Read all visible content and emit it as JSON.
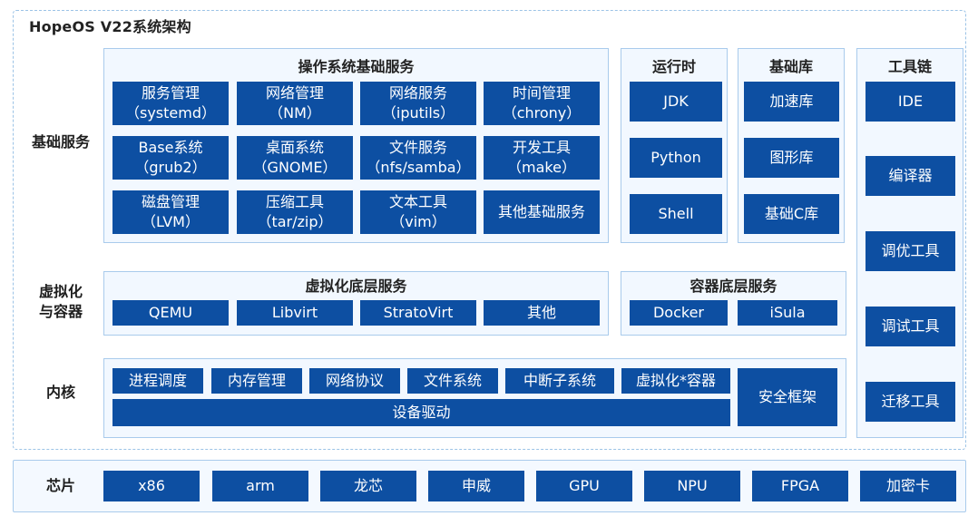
{
  "title": "HopeOS V22系统架构",
  "row_labels": {
    "basic": "基础服务",
    "virt_line1": "虚拟化",
    "virt_line2": "与容器",
    "kernel": "内核",
    "chip": "芯片"
  },
  "os_services": {
    "title": "操作系统基础服务",
    "items": [
      {
        "name": "服务管理",
        "sub": "（systemd）"
      },
      {
        "name": "网络管理",
        "sub": "（NM）"
      },
      {
        "name": "网络服务",
        "sub": "（iputils）"
      },
      {
        "name": "时间管理",
        "sub": "（chrony）"
      },
      {
        "name": "Base系统",
        "sub": "（grub2）"
      },
      {
        "name": "桌面系统",
        "sub": "（GNOME）"
      },
      {
        "name": "文件服务",
        "sub": "（nfs/samba）"
      },
      {
        "name": "开发工具",
        "sub": "（make）"
      },
      {
        "name": "磁盘管理",
        "sub": "（LVM）"
      },
      {
        "name": "压缩工具",
        "sub": "（tar/zip）"
      },
      {
        "name": "文本工具",
        "sub": "（vim）"
      },
      {
        "name": "其他基础服务",
        "sub": ""
      }
    ]
  },
  "runtime": {
    "title": "运行时",
    "items": [
      "JDK",
      "Python",
      "Shell"
    ]
  },
  "libraries": {
    "title": "基础库",
    "items": [
      "加速库",
      "图形库",
      "基础C库"
    ]
  },
  "toolchain": {
    "title": "工具链",
    "items": [
      "IDE",
      "编译器",
      "调优工具",
      "调试工具",
      "迁移工具"
    ]
  },
  "virtualization": {
    "title": "虚拟化底层服务",
    "items": [
      "QEMU",
      "Libvirt",
      "StratoVirt",
      "其他"
    ]
  },
  "container": {
    "title": "容器底层服务",
    "items": [
      "Docker",
      "iSula"
    ]
  },
  "kernel": {
    "items": [
      "进程调度",
      "内存管理",
      "网络协议",
      "文件系统",
      "中断子系统",
      "虚拟化*容器"
    ],
    "driver": "设备驱动",
    "security": "安全框架"
  },
  "chips": [
    "x86",
    "arm",
    "龙芯",
    "申威",
    "GPU",
    "NPU",
    "FPGA",
    "加密卡"
  ],
  "colors": {
    "box": "#0d4fa2",
    "border": "#a9cbec",
    "panel": "#f2f8ff"
  }
}
